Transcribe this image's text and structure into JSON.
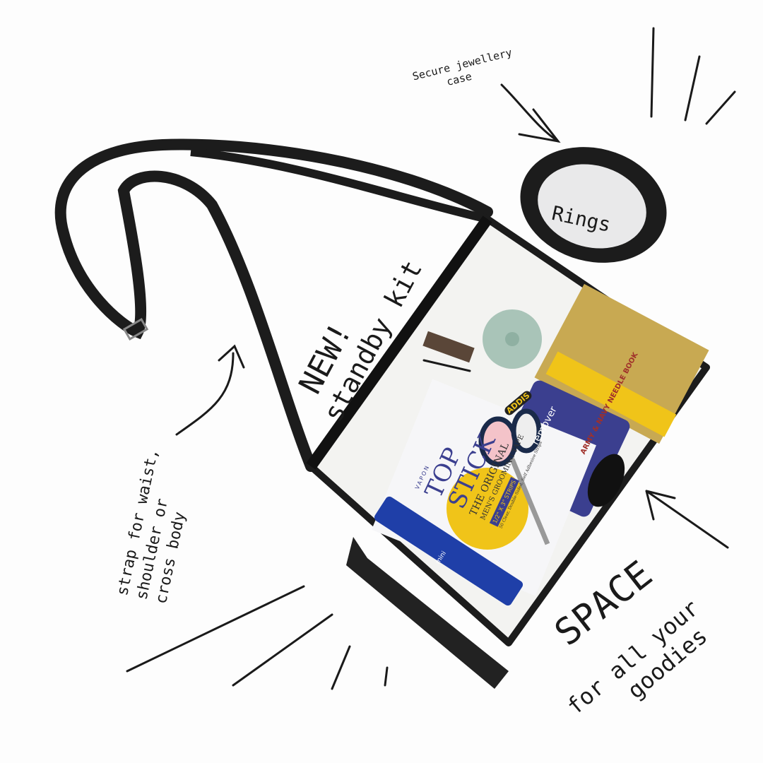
{
  "annotations": {
    "jewellery_case_line1": "Secure jewellery",
    "jewellery_case_line2": "case",
    "rings": "Rings",
    "new_label": "NEW!",
    "standby_kit": "standby kit",
    "strap_line1": "strap for waist,",
    "strap_line2": "shoulder or",
    "strap_line3": "cross body",
    "space": "SPACE",
    "goodies_line1": "for all your",
    "goodies_line2": "goodies"
  },
  "products": {
    "tape_brand": "VAPON",
    "tape_title_1": "TOP",
    "tape_title_2": "STICK",
    "tape_subtitle": "THE ORIGINAL",
    "tape_badge": "MEN'S GROOMING TAPE",
    "tape_size": "1/2\" X 3\" STRIPS",
    "tape_desc": "50 Clear, Double-Sided, Self Adhesive Strips",
    "needle_book": "ARMY & NAVY NEEDLE BOOK",
    "lint_brand": "ADDIS",
    "lint_name": "remover",
    "pen_brand": "mini"
  },
  "colors": {
    "strap": "#1c1c1c",
    "ink": "#1a1a1a",
    "tape_blue": "#3b3f8f",
    "tape_yellow": "#f0c419",
    "pen_blue": "#1f3fa8",
    "mint": "#a9c4b8"
  }
}
